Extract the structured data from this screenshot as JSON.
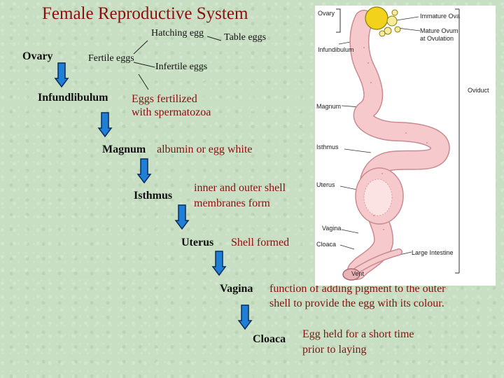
{
  "title": "Female Reproductive System",
  "flow": {
    "ovary": "Ovary",
    "fertile_eggs": "Fertile eggs",
    "hatching_egg": "Hatching egg",
    "table_eggs": "Table eggs",
    "infertile_eggs": "Infertile eggs",
    "infundibulum": "Infundlibulum",
    "infundibulum_desc_1": "Eggs fertilized",
    "infundibulum_desc_2": "with spermatozoa",
    "magnum": "Magnum",
    "magnum_desc": "albumin or egg white",
    "isthmus": "Isthmus",
    "isthmus_desc_1": "inner and outer shell",
    "isthmus_desc_2": "membranes form",
    "uterus": "Uterus",
    "uterus_desc": "Shell formed",
    "vagina": "Vagina",
    "vagina_desc_1": "function of adding pigment to the outer",
    "vagina_desc_2": "shell to provide the egg with its colour.",
    "cloaca": "Cloaca",
    "cloaca_desc_1": "Egg held for a short time",
    "cloaca_desc_2": "prior to laying"
  },
  "diagram_labels": {
    "ovary": "Ovary",
    "immature_ova": "Immature Ova",
    "mature_ovum_1": "Mature Ovum",
    "mature_ovum_2": "at Ovulation",
    "infundibulum": "Infundibulum",
    "oviduct": "Oviduct",
    "magnum": "Magnum",
    "isthmus": "Isthmus",
    "uterus": "Uterus",
    "vagina": "Vagina",
    "cloaca": "Cloaca",
    "large_intestine": "Large Intestine",
    "vent": "Vent"
  },
  "colors": {
    "title": "#8a0f0f",
    "arrow_fill": "#1f7fd6",
    "arrow_stroke": "#0b2a5a",
    "organ_fill": "#f6c9cc",
    "organ_stroke": "#c98a90",
    "yolk": "#f2d21a"
  },
  "icons": [
    "down-arrow-icon"
  ]
}
